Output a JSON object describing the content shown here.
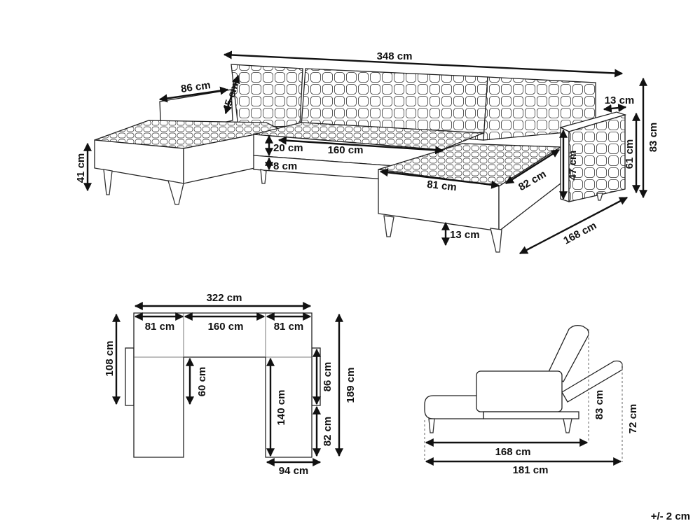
{
  "dimensions": {
    "top_view": {
      "width_total": "348 cm",
      "chaise_depth_left": "86 cm",
      "back_height": "45 cm",
      "arm_width": "13 cm",
      "total_height": "83 cm",
      "seat_height": "41 cm",
      "cushion_thickness": "20 cm",
      "middle_seat_width": "160 cm",
      "frame_thickness": "8 cm",
      "chaise_width": "81 cm",
      "chaise_inner": "82 cm",
      "arm_height": "47 cm",
      "arm_total": "61 cm",
      "leg_height": "13 cm",
      "chaise_length": "168 cm"
    },
    "plan_view": {
      "total_width": "322 cm",
      "left_module": "81 cm",
      "middle_module": "160 cm",
      "right_module": "81 cm",
      "back_depth": "108 cm",
      "seat_depth": "60 cm",
      "chaise_length": "140 cm",
      "right_depth_upper": "86 cm",
      "right_depth_lower": "82 cm",
      "total_depth": "189 cm",
      "chaise_width": "94 cm"
    },
    "side_view": {
      "bed_length": "168 cm",
      "total_length": "181 cm",
      "upright_height": "83 cm",
      "recline_height": "72 cm"
    },
    "tolerance": "+/- 2 cm"
  }
}
